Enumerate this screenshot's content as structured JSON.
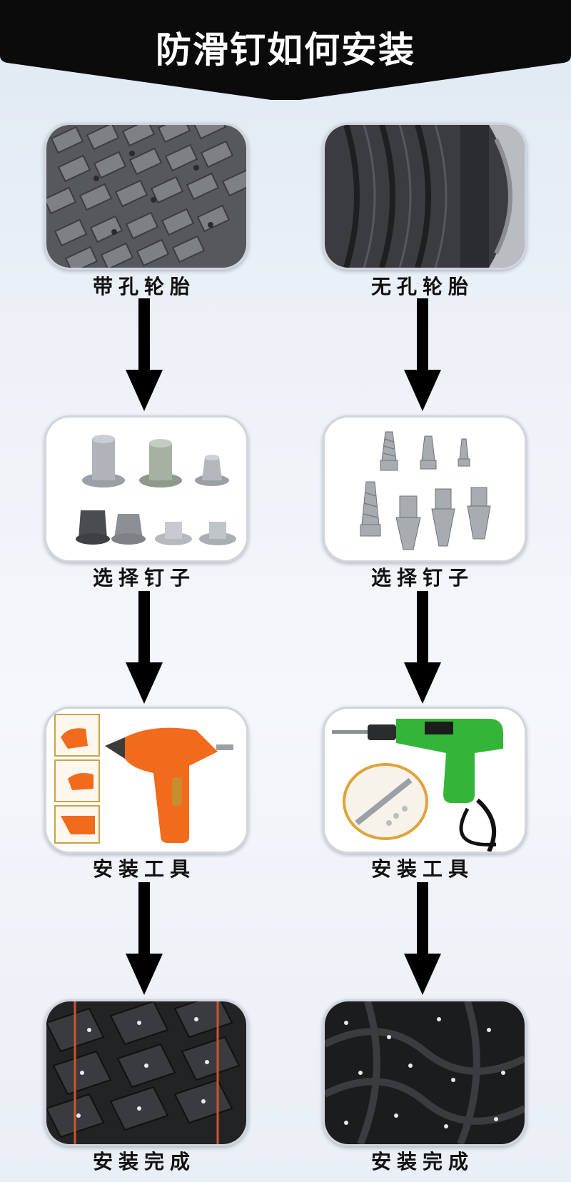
{
  "header": {
    "title": "防滑钉如何安装"
  },
  "left_column": {
    "steps": [
      {
        "label": "带孔轮胎",
        "image": "tire-with-holes"
      },
      {
        "label": "选择钉子",
        "image": "tire-studs-set"
      },
      {
        "label": "安装工具",
        "image": "orange-stud-gun"
      },
      {
        "label": "安装完成",
        "image": "studded-tire-finished"
      }
    ]
  },
  "right_column": {
    "steps": [
      {
        "label": "无孔轮胎",
        "image": "tire-without-holes"
      },
      {
        "label": "选择钉子",
        "image": "screw-studs-set"
      },
      {
        "label": "安装工具",
        "image": "green-electric-drill"
      },
      {
        "label": "安装完成",
        "image": "studded-tire-finished"
      }
    ]
  },
  "colors": {
    "header_bg": "#0b0b0b",
    "arrow": "#000000",
    "tool_orange": "#f26a1b",
    "tool_green": "#34b53a"
  }
}
